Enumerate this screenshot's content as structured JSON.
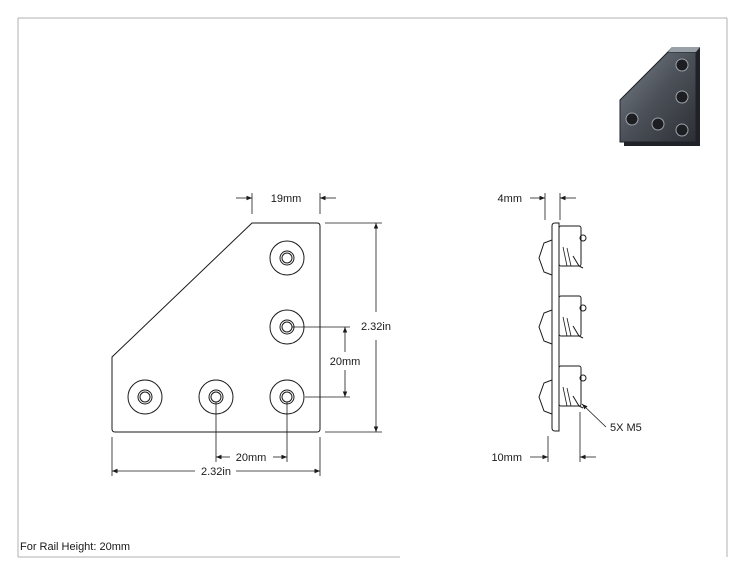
{
  "drawing": {
    "note": "For Rail Height: 20mm",
    "front_view": {
      "dim_top_offset": "19mm",
      "dim_height": "2.32in",
      "dim_vertical_spacing": "20mm",
      "dim_horizontal_spacing": "20mm",
      "dim_width": "2.32in"
    },
    "side_view": {
      "dim_plate_thickness": "4mm",
      "dim_nut_depth": "10mm",
      "callout_fastener": "5X M5"
    },
    "colors": {
      "line": "#1a1a1a",
      "plate_shade": "#3c4046",
      "plate_highlight": "#8a9098"
    }
  }
}
